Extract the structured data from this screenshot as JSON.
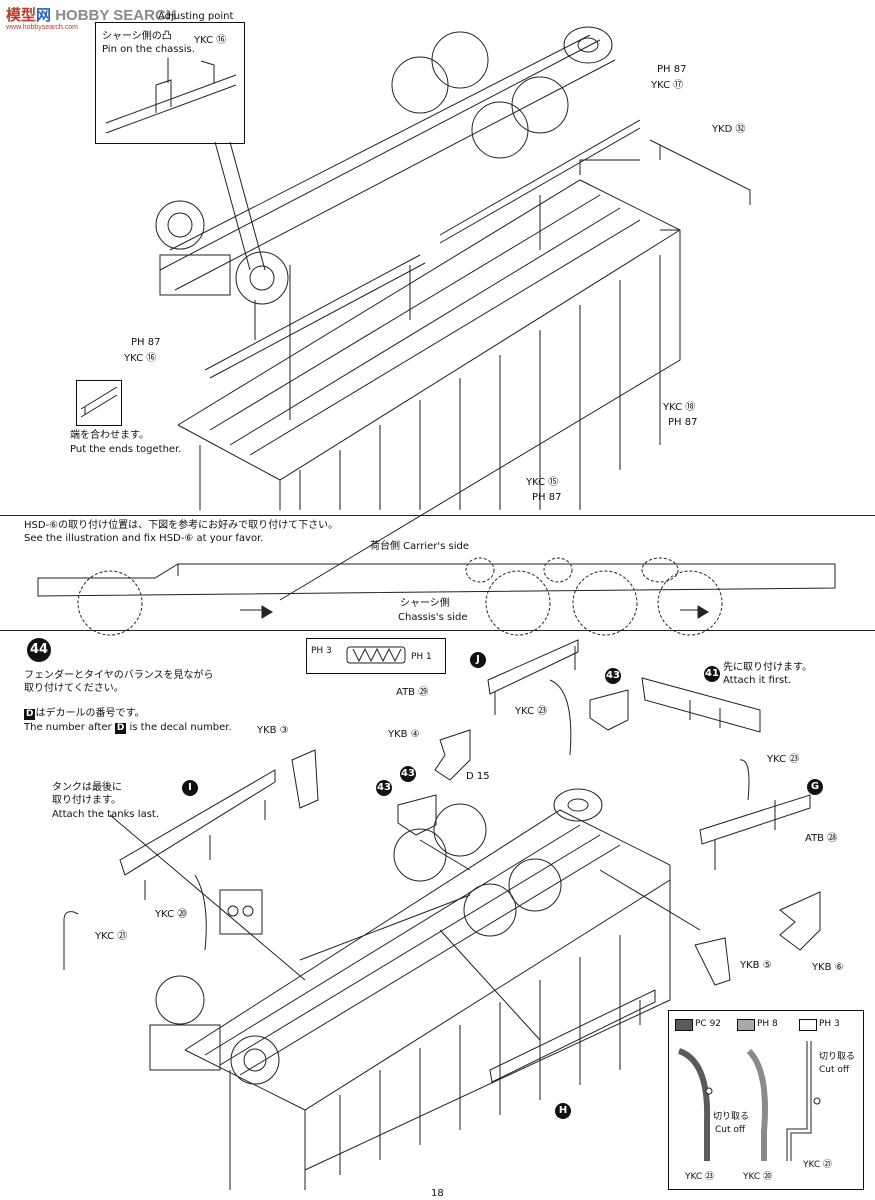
{
  "watermark": {
    "brand_red": "模型",
    "brand_blue": "网",
    "brand_gray": "HOBBY SEARCH",
    "url": "www.hobbysearch.com"
  },
  "colors": {
    "accent_red": "#c0392b",
    "accent_blue": "#2c64b8",
    "ink": "#111111"
  },
  "top": {
    "inset_header": "Adjusting point",
    "inset_jp": "シャーシ側の凸",
    "inset_en": "Pin on the chassis.",
    "inset_part": "YKC ⑯",
    "labels": [
      {
        "id": "ph87_a",
        "text": "PH 87"
      },
      {
        "id": "ykc17",
        "text": "YKC ⑰"
      },
      {
        "id": "ykd32",
        "text": "YKD ㉜"
      },
      {
        "id": "ph87_b",
        "text": "PH 87"
      },
      {
        "id": "ykc16",
        "text": "YKC ⑯"
      },
      {
        "id": "ykc18",
        "text": "YKC ⑱"
      },
      {
        "id": "ph87_c",
        "text": "PH 87"
      },
      {
        "id": "ykc15",
        "text": "YKC ⑮"
      },
      {
        "id": "ph87_d",
        "text": "PH 87"
      }
    ],
    "ends_jp": "端を合わせます。",
    "ends_en": "Put the ends together."
  },
  "middle": {
    "hsd_jp": "HSD-⑥の取り付け位置は、下図を参考にお好みで取り付けて下さい。",
    "hsd_en": "See the illustration and fix HSD-⑥ at your favor.",
    "carrier_side": "荷台側 Carrier's side",
    "chassis_jp": "シャーシ側",
    "chassis_en": "Chassis's side"
  },
  "step44": {
    "number": "44",
    "intro_jp_1": "フェンダーとタイヤのバランスを見ながら",
    "intro_jp_2": "取り付けてください。",
    "decal_jp": "はデカールの番号です。",
    "decal_en_pre": "The number after",
    "decal_en_post": "is the decal number.",
    "decal_letter": "D",
    "ph_box_left": "PH 3",
    "ph_box_right": "PH 1",
    "tanks_jp_1": "タンクは最後に",
    "tanks_jp_2": "取り付けます。",
    "tanks_en": "Attach the tanks last.",
    "first_jp": "先に取り付けます。",
    "first_en": "Attach it first.",
    "markers": {
      "I": "I",
      "J": "J",
      "G": "G",
      "H": "H",
      "n43": "43",
      "n41": "41"
    },
    "labels": [
      {
        "id": "atb29",
        "text": "ATB ㉙"
      },
      {
        "id": "ykb4",
        "text": "YKB ④"
      },
      {
        "id": "d15",
        "text": "D 15"
      },
      {
        "id": "ykb3",
        "text": "YKB ③"
      },
      {
        "id": "ykc23a",
        "text": "YKC ㉓"
      },
      {
        "id": "ykc23b",
        "text": "YKC ㉓"
      },
      {
        "id": "atb28",
        "text": "ATB ㉘"
      },
      {
        "id": "ykc20",
        "text": "YKC ⑳"
      },
      {
        "id": "ykc21",
        "text": "YKC ㉑"
      },
      {
        "id": "ykb5",
        "text": "YKB ⑤"
      },
      {
        "id": "ykb6",
        "text": "YKB ⑥"
      }
    ]
  },
  "legend": {
    "items": [
      {
        "text": "PC 92",
        "color": "#5a5a5a"
      },
      {
        "text": "PH 8",
        "color": "#a9a9a9"
      },
      {
        "text": "PH 3",
        "color": "#ffffff"
      }
    ],
    "cut1_jp": "切り取る",
    "cut1_en": "Cut off",
    "cut2_jp": "切り取る",
    "cut2_en": "Cut off",
    "hose_labels": [
      "YKC ㉓",
      "YKC ⑳",
      "YKC ㉑"
    ]
  },
  "page_number": "18"
}
